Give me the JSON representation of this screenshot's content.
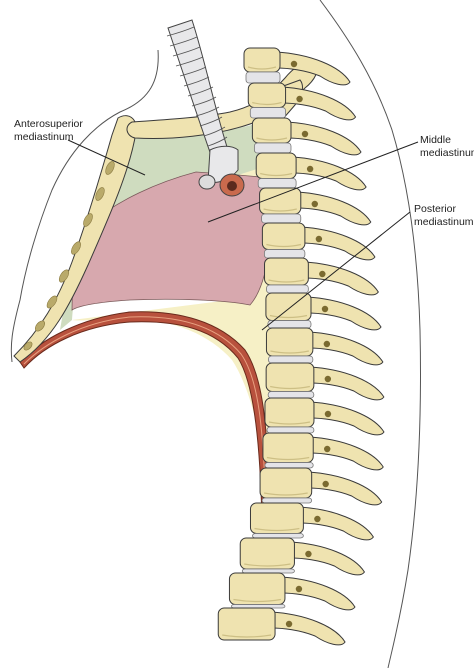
{
  "labels": {
    "anterosuperior": {
      "line1": "Anterosuperior",
      "line2": "mediastinum"
    },
    "middle": {
      "line1": "Middle",
      "line2": "mediastinum"
    },
    "posterior": {
      "line1": "Posterior",
      "line2": "mediastinum"
    }
  },
  "colors": {
    "anterosuperior_region": "#cfdcbf",
    "middle_region": "#d7a8ae",
    "posterior_region": "#f6f0c6",
    "bone": "#efe3b0",
    "bone_shadow": "#cdbf85",
    "disc": "#e4e4e8",
    "diaphragm": "#b8513d",
    "outline": "#3a3a3a"
  }
}
